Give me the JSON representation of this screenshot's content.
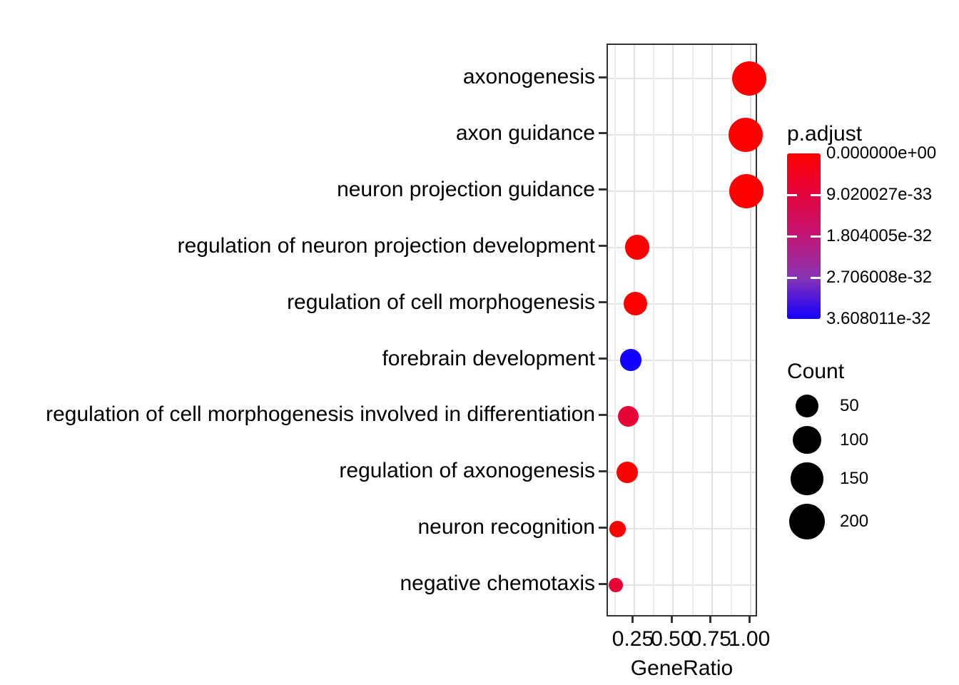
{
  "chart_data": {
    "type": "scatter",
    "subtype": "enrichment-dotplot",
    "title": "",
    "xlabel": "GeneRatio",
    "ylabel": "",
    "xlim": [
      0.08,
      1.05
    ],
    "x_tick_values": [
      0.25,
      0.5,
      0.75,
      1.0
    ],
    "x_tick_labels": [
      "0.25",
      "0.50",
      "0.75",
      "1.00"
    ],
    "x_minor_tick_values": [
      0.125,
      0.375,
      0.625,
      0.875
    ],
    "grid": true,
    "categories": [
      "axonogenesis",
      "axon guidance",
      "neuron projection guidance",
      "regulation of neuron projection development",
      "regulation of cell morphogenesis",
      "forebrain development",
      "regulation of cell morphogenesis involved in differentiation",
      "regulation of axonogenesis",
      "neuron recognition",
      "negative chemotaxis"
    ],
    "points": [
      {
        "term": "axonogenesis",
        "gene_ratio": 0.99,
        "count": 185,
        "p_adjust": 0
      },
      {
        "term": "axon guidance",
        "gene_ratio": 0.968,
        "count": 180,
        "p_adjust": 0
      },
      {
        "term": "neuron projection guidance",
        "gene_ratio": 0.972,
        "count": 180,
        "p_adjust": 0
      },
      {
        "term": "regulation of neuron projection development",
        "gene_ratio": 0.269,
        "count": 65,
        "p_adjust": 0
      },
      {
        "term": "regulation of cell morphogenesis",
        "gene_ratio": 0.255,
        "count": 56,
        "p_adjust": 0
      },
      {
        "term": "forebrain development",
        "gene_ratio": 0.227,
        "count": 40,
        "p_adjust": 3.608011e-32
      },
      {
        "term": "regulation of cell morphogenesis involved in differentiation",
        "gene_ratio": 0.209,
        "count": 35,
        "p_adjust": 8e-33
      },
      {
        "term": "regulation of axonogenesis",
        "gene_ratio": 0.204,
        "count": 40,
        "p_adjust": 0
      },
      {
        "term": "neuron recognition",
        "gene_ratio": 0.142,
        "count": 12,
        "p_adjust": 0
      },
      {
        "term": "negative chemotaxis",
        "gene_ratio": 0.131,
        "count": 5,
        "p_adjust": 8e-33
      }
    ],
    "legend_padjust": {
      "title": "p.adjust",
      "position": "right",
      "min": 0,
      "max": 3.608011e-32,
      "tick_labels": [
        "0.000000e+00",
        "9.020027e-33",
        "1.804005e-32",
        "2.706008e-32",
        "3.608011e-32"
      ],
      "tick_fractions": [
        0,
        0.25,
        0.5,
        0.75,
        1
      ],
      "gradient_stops": [
        {
          "pos": 0.0,
          "color": "#FF0000"
        },
        {
          "pos": 0.25,
          "color": "#E4043E"
        },
        {
          "pos": 0.5,
          "color": "#C11677"
        },
        {
          "pos": 0.75,
          "color": "#8833B3"
        },
        {
          "pos": 1.0,
          "color": "#1400FF"
        }
      ]
    },
    "legend_count": {
      "title": "Count",
      "position": "right",
      "sizes": [
        50,
        100,
        150,
        200
      ],
      "size_labels": [
        "50",
        "100",
        "150",
        "200"
      ],
      "key_color": "#000000"
    },
    "colors": {
      "low": "#FF0000",
      "high": "#0000FF",
      "panel_border": "#333333",
      "grid_major": "#E0E0E0",
      "grid_minor": "#EDEDED",
      "text": "#000000",
      "background": "#FFFFFF"
    }
  }
}
